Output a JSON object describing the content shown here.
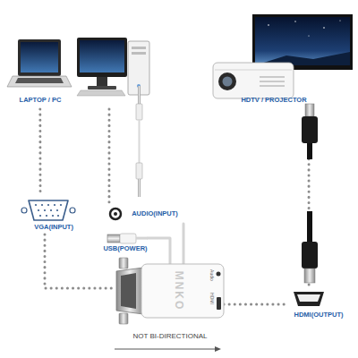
{
  "diagram": {
    "nodes": [
      {
        "text": [
          "LAPTOP / PC"
        ]
      },
      {
        "text": [
          "HDTV / PROJECTOR"
        ]
      },
      {
        "text": [
          "VGA(INPUT)"
        ]
      },
      {
        "text": [
          "AUDIO(INPUT)"
        ]
      },
      {
        "text": [
          "USB(POWER)"
        ]
      },
      {
        "text": [
          "MNKO",
          "Audio",
          "HDMI"
        ]
      },
      {
        "text": [
          "HDMI(OUTPUT)"
        ]
      }
    ],
    "edges": [
      {
        "from": 0,
        "to": 2,
        "arrow": "none"
      },
      {
        "from": 2,
        "to": 5,
        "arrow": "none"
      },
      {
        "from": 0,
        "to": 3,
        "arrow": "none"
      },
      {
        "from": 3,
        "to": 5,
        "arrow": "none"
      },
      {
        "from": 4,
        "to": 5,
        "arrow": "none"
      },
      {
        "from": 5,
        "to": 6,
        "arrow": "none"
      },
      {
        "from": 6,
        "to": 1,
        "arrow": "none"
      }
    ],
    "labels": [
      "NOT BI-DIRECTIONAL"
    ]
  }
}
